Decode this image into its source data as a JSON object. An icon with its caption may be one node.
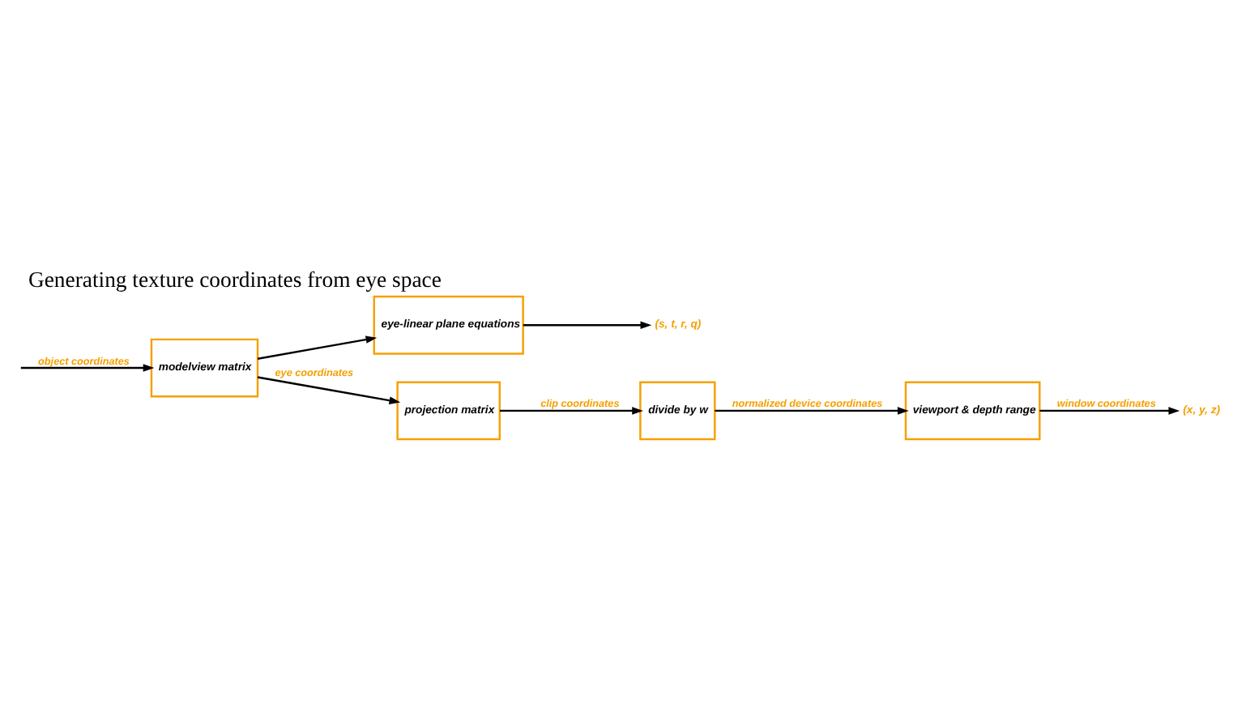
{
  "diagram": {
    "title": "Generating texture coordinates from eye space",
    "nodes": [
      {
        "text": [
          "modelview matrix"
        ]
      },
      {
        "text": [
          "eye-linear plane equations"
        ]
      },
      {
        "text": [
          "projection matrix"
        ]
      },
      {
        "text": [
          "divide by w"
        ]
      },
      {
        "text": [
          "viewport & depth range"
        ]
      },
      {
        "text": [
          "(s, t, r, q)"
        ]
      },
      {
        "text": [
          "(x, y, z)"
        ]
      }
    ],
    "edges": [
      {
        "from": null,
        "to": 0,
        "arrow": "to",
        "label": "object coordinates"
      },
      {
        "from": 0,
        "to": 2,
        "arrow": "to",
        "label": "eye coordinates"
      },
      {
        "from": 0,
        "to": 1,
        "arrow": "to"
      },
      {
        "from": 1,
        "to": 5,
        "arrow": "to"
      },
      {
        "from": 2,
        "to": 3,
        "arrow": "to",
        "label": "clip coordinates"
      },
      {
        "from": 3,
        "to": 4,
        "arrow": "to",
        "label": "normalized device coordinates"
      },
      {
        "from": 4,
        "to": 6,
        "arrow": "to",
        "label": "window coordinates"
      }
    ]
  }
}
